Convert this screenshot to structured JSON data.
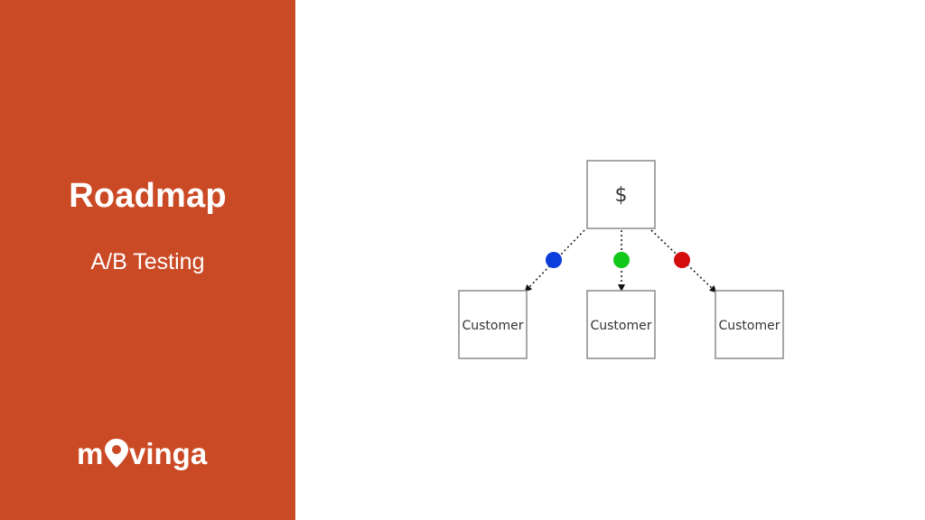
{
  "slide": {
    "title": "Roadmap",
    "subtitle": "A/B Testing",
    "brand_color": "#cb4a26"
  },
  "logo": {
    "text": "movinga",
    "icon": "location-pin-icon"
  },
  "diagram": {
    "source_label": "$",
    "targets": [
      {
        "label": "Customer",
        "variant_color": "#0a3ddb"
      },
      {
        "label": "Customer",
        "variant_color": "#12c81a"
      },
      {
        "label": "Customer",
        "variant_color": "#d40d0d"
      }
    ]
  }
}
